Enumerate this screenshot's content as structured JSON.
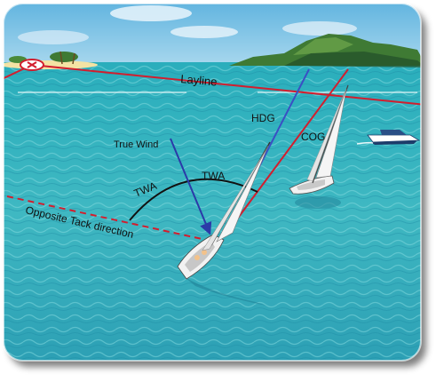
{
  "labels": {
    "layline": "Layline",
    "hdg": "HDG",
    "cog": "COG",
    "true_wind": "True Wind",
    "twa_left": "TWA",
    "twa_right": "TWA",
    "opposite_tack": "Opposite Tack direction"
  },
  "colors": {
    "sea": "#3fb8c2",
    "sky": "#7fc4e4",
    "layline": "#d21e2e",
    "heading": "#3a4fc4",
    "true_wind": "#2b3aa8",
    "arc": "#111111",
    "island": "#3f7a34",
    "sand": "#f4e3a4"
  },
  "icons": {
    "mark": "waypoint-mark-icon",
    "boat_main": "sailboat-icon",
    "boat_far": "sailboat-icon",
    "motorboat": "motorboat-icon"
  }
}
